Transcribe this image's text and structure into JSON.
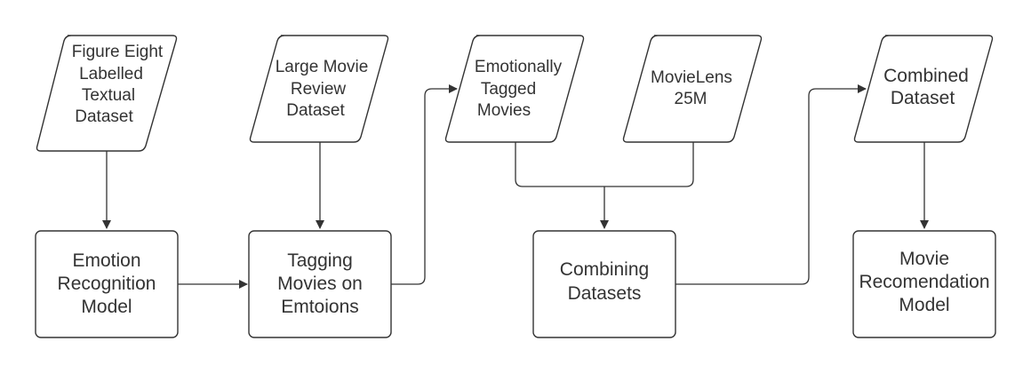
{
  "colors": {
    "stroke": "#333333",
    "fill": "#ffffff",
    "text": "#333333"
  },
  "inputs": {
    "figure_eight": [
      "Figure Eight",
      "Labelled",
      "Textual",
      "Dataset"
    ],
    "movie_review": [
      "Large Movie",
      "Review",
      "Dataset"
    ],
    "emotionally_tagged": [
      "Emotionally",
      "Tagged",
      "Movies"
    ],
    "movielens": [
      "MovieLens",
      "25M"
    ],
    "combined_dataset": [
      "Combined",
      "Dataset"
    ]
  },
  "processes": {
    "emotion_recognition": [
      "Emotion",
      "Recognition",
      "Model"
    ],
    "tagging_movies": [
      "Tagging",
      "Movies on",
      "Emtoions"
    ],
    "combining_datasets": [
      "Combining",
      "Datasets"
    ],
    "movie_recommendation": [
      "Movie",
      "Recomendation",
      "Model"
    ]
  }
}
